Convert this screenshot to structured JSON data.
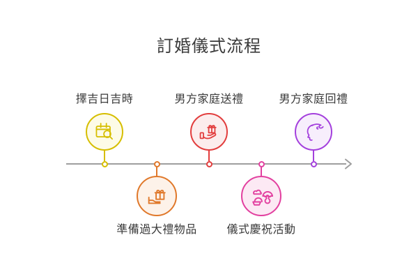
{
  "title": "訂婚儀式流程",
  "timeline": {
    "axis_color": "#9e9e9e",
    "direction": "left-to-right"
  },
  "text_color": "#3a3a3a",
  "nodes": [
    {
      "label": "擇吉日吉時",
      "icon": "calendar-search-icon",
      "side": "top",
      "color": "#d6be00",
      "fill": "#fdfbe7"
    },
    {
      "label": "準備過大禮物品",
      "icon": "gift-on-hand-icon",
      "side": "bottom",
      "color": "#e0782a",
      "fill": "#fdf2e9"
    },
    {
      "label": "男方家庭送禮",
      "icon": "hand-giving-gift-icon",
      "side": "top",
      "color": "#e23d3d",
      "fill": "#fceded"
    },
    {
      "label": "儀式慶祝活動",
      "icon": "celebration-feast-icon",
      "side": "bottom",
      "color": "#e23f9f",
      "fill": "#fce9f4"
    },
    {
      "label": "男方家庭回禮",
      "icon": "face-profile-icon",
      "side": "top",
      "color": "#a440dd",
      "fill": "#f7eefc"
    }
  ]
}
